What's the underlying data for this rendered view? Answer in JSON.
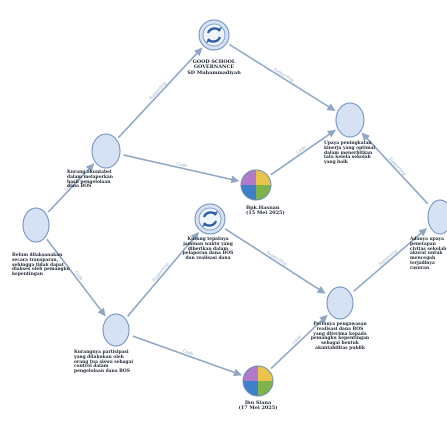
{
  "colors": {
    "edge": "#8fa6c4",
    "node_fill": "#d6e2f4",
    "node_stroke": "#6e8fc2",
    "node_inner": "#eef4fc",
    "edge_label": "#9bb0c9",
    "text": "#1c2430",
    "pie": [
      "#e8c44a",
      "#7fb24a",
      "#3f7fc8",
      "#b07ac8"
    ]
  },
  "nodes": {
    "title": "GOOD SCHOOL\nGOVERNANCE\nSD Muhammadiyah",
    "n_kurang_akuntabel": "Kurang akuntabel\ndalam melaporkan\nhasil pengelolaan\ndana BOS",
    "n_upaya": "Upaya peningkatan\nkinerja yang optimal\ndalam menerbitkan\ntata kelola sekolah\nyang baik",
    "n_hasnan": "Bpk.Hasnan\n(15 Mei 2025)",
    "n_belum": "Belum dilaksanakan\nsecara transparan,\nsehingga tidak dapat\ndiakses oleh pemangku\nkepentingan",
    "n_kurang_tepat": "Kurang tepatnya\njaminan waktu yang\ndiberikan dalam\npelaporan dana BOS\ndan realisasi dana",
    "n_adanya": "Adanya upaya\npenetapan\ncivitas sekolah\nakurat untuk\nmencegah\nterjadinya\nrasuran",
    "n_kurangnya": "Kurangnya partisipasi\nyang dilakukan oleh\norang tua siswa sebagai\ncontrol dalam\npengelolaan dana BOS",
    "n_perlunya": "Perlunya pengawasan\nrealisasi dana BOS\nyang diterima kepada\npemangku kepentingan\nsebagai bentuk\nakuntabilitas publik",
    "n_siana": "Ibu Siana\n(17 Mei 2025)"
  },
  "edges": [
    {
      "from": "n_kurang_akuntabel",
      "to": "title",
      "label": "Supporting"
    },
    {
      "from": "title",
      "to": "n_upaya",
      "label": "Supporting"
    },
    {
      "from": "n_kurang_akuntabel",
      "to": "n_hasnan",
      "label": "Code"
    },
    {
      "from": "n_hasnan",
      "to": "n_upaya",
      "label": "Code"
    },
    {
      "from": "n_adanya",
      "to": "n_upaya",
      "label": "Supporting"
    },
    {
      "from": "n_belum",
      "to": "n_kurang_akuntabel",
      "label": "Code"
    },
    {
      "from": "n_belum",
      "to": "n_kurangnya",
      "label": "Code"
    },
    {
      "from": "n_kurangnya",
      "to": "n_kurang_tepat",
      "label": "Supporting"
    },
    {
      "from": "n_kurang_tepat",
      "to": "n_perlunya",
      "label": "Supporting"
    },
    {
      "from": "n_kurangnya",
      "to": "n_siana",
      "label": "Code"
    },
    {
      "from": "n_siana",
      "to": "n_perlunya",
      "label": "Code"
    },
    {
      "from": "n_perlunya",
      "to": "n_adanya",
      "label": "Supporting"
    }
  ]
}
